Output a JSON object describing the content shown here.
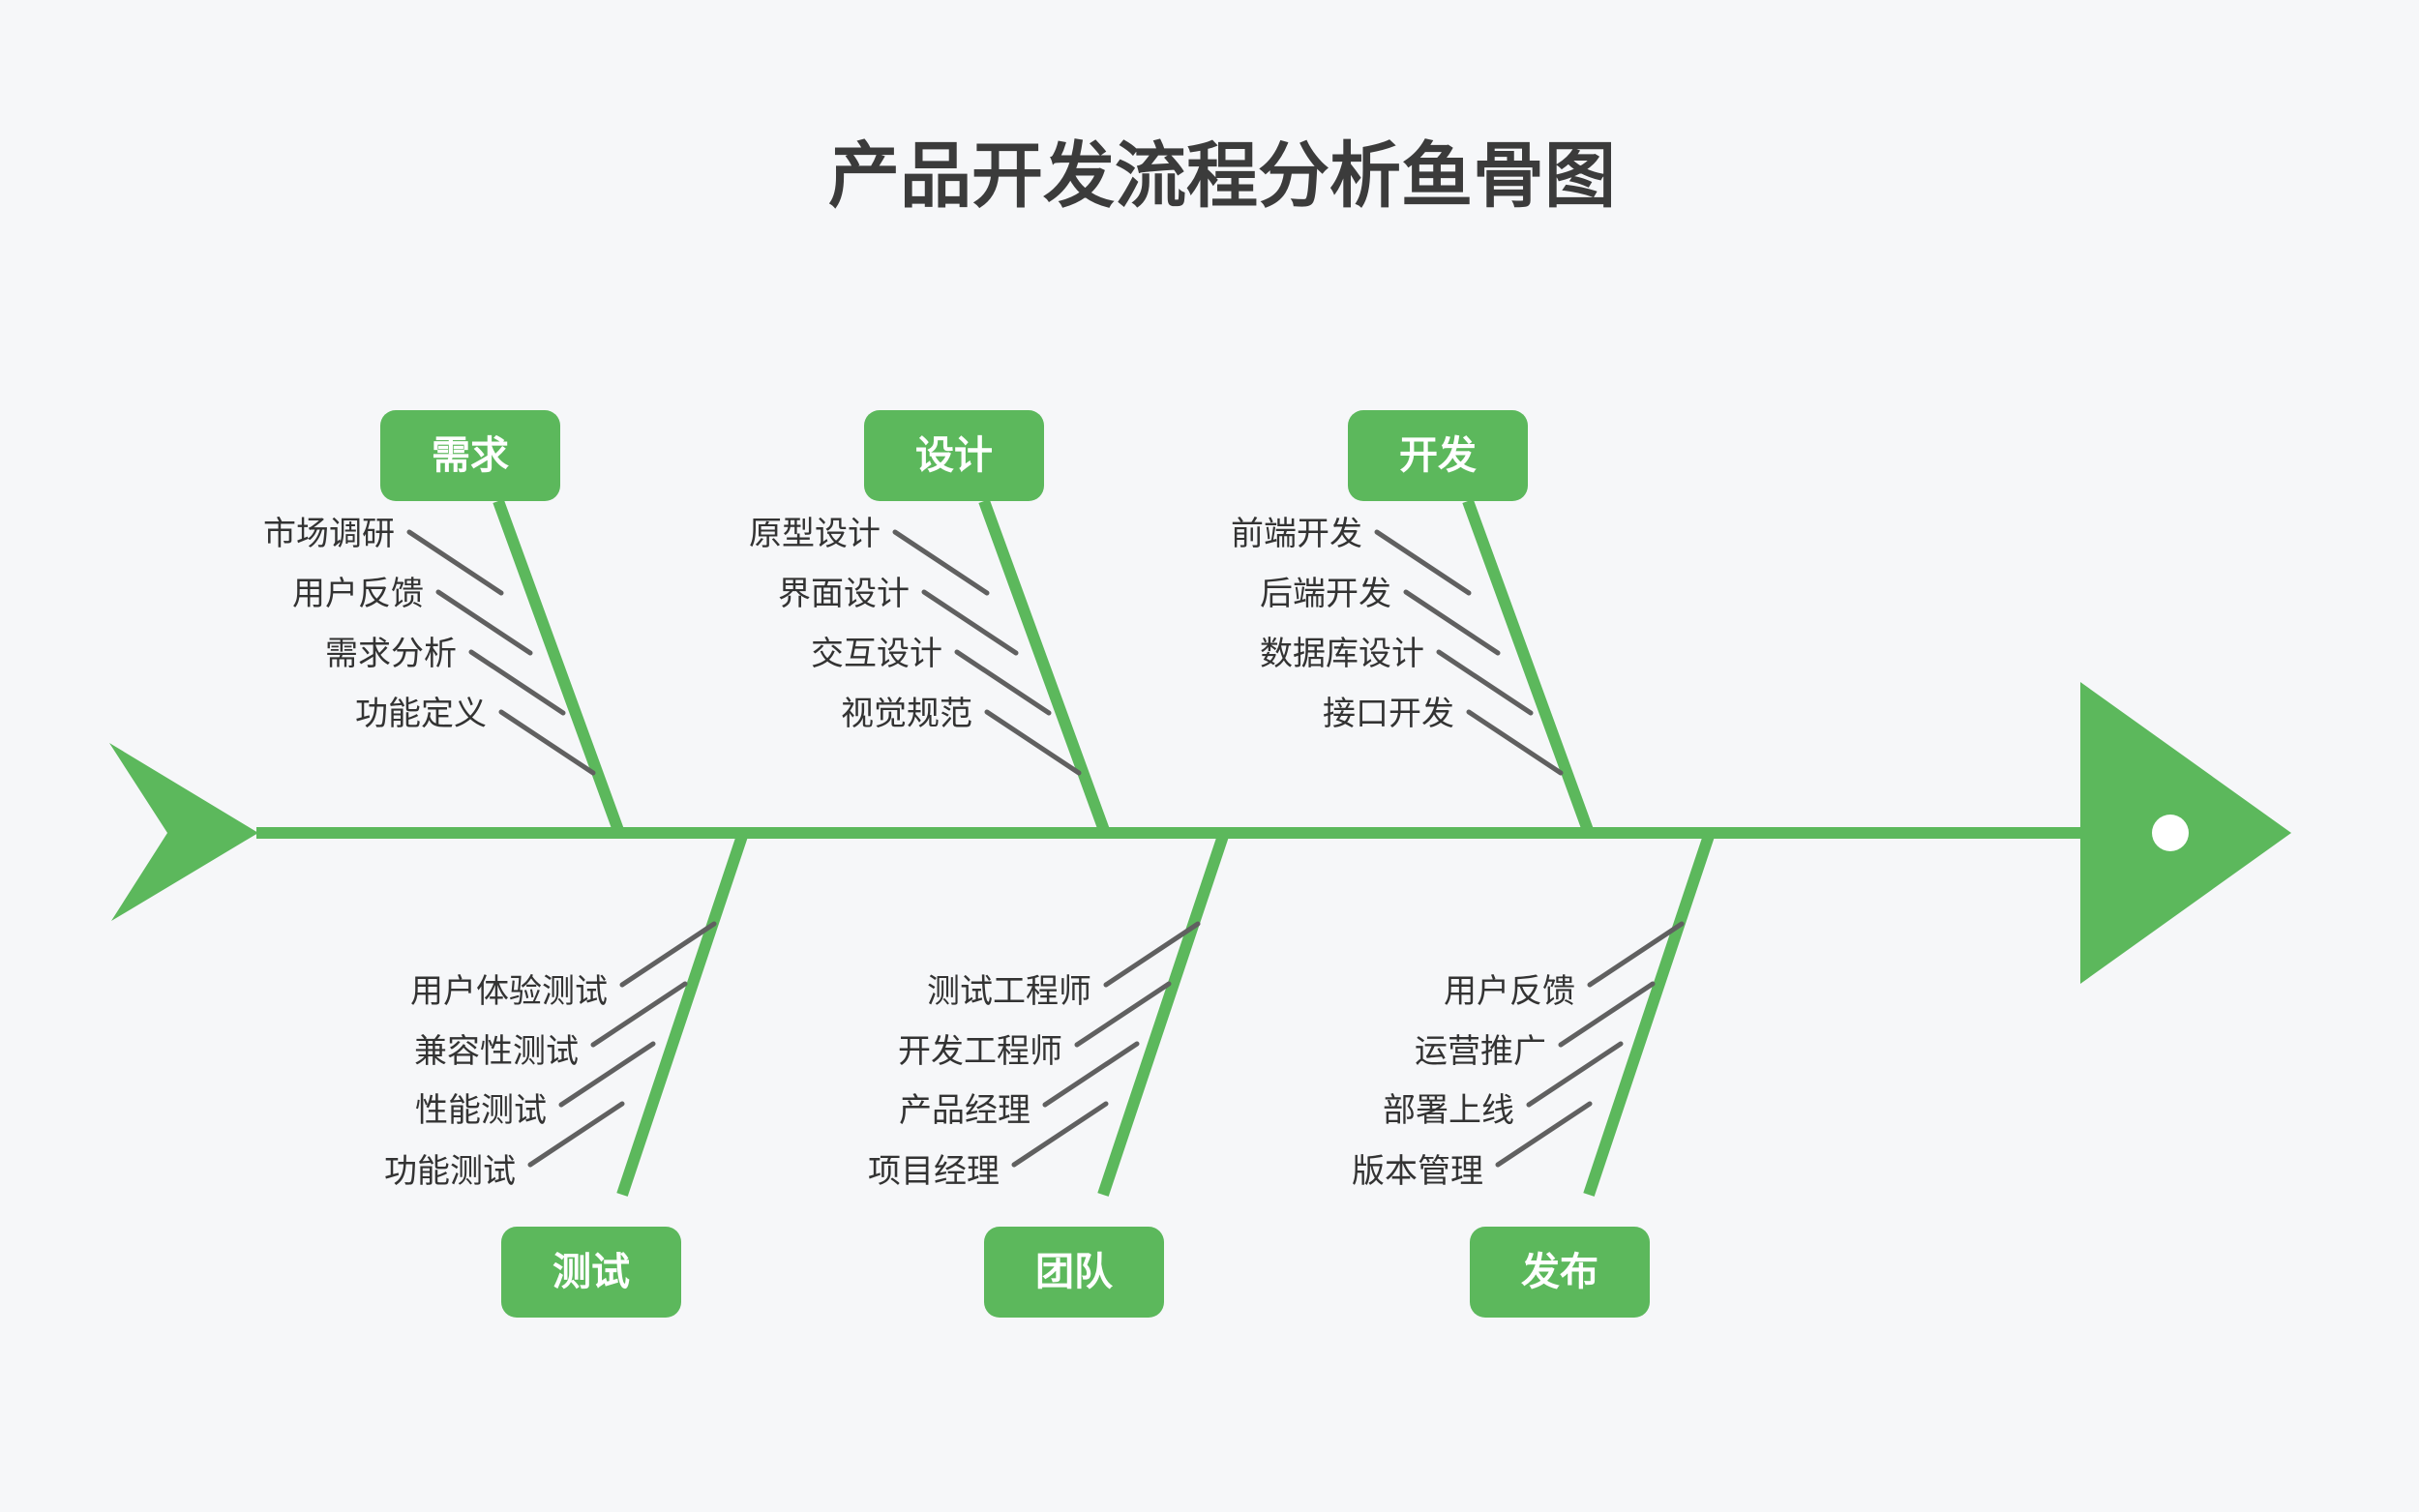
{
  "title": "产品开发流程分析鱼骨图",
  "colors": {
    "accent": "#5cb85c",
    "tick": "#606060",
    "item_text": "#333333",
    "label_text": "#ffffff",
    "title_text": "#3b3b3b",
    "background": "#f6f7f9"
  },
  "branches": {
    "top": [
      {
        "label": "需求",
        "items": [
          "市场调研",
          "用户反馈",
          "需求分析",
          "功能定义"
        ]
      },
      {
        "label": "设计",
        "items": [
          "原型设计",
          "界面设计",
          "交互设计",
          "视觉规范"
        ]
      },
      {
        "label": "开发",
        "items": [
          "前端开发",
          "后端开发",
          "数据库设计",
          "接口开发"
        ]
      }
    ],
    "bottom": [
      {
        "label": "测试",
        "items": [
          "用户体验测试",
          "兼容性测试",
          "性能测试",
          "功能测试"
        ]
      },
      {
        "label": "团队",
        "items": [
          "测试工程师",
          "开发工程师",
          "产品经理",
          "项目经理"
        ]
      },
      {
        "label": "发布",
        "items": [
          "用户反馈",
          "运营推广",
          "部署上线",
          "版本管理"
        ]
      }
    ]
  }
}
